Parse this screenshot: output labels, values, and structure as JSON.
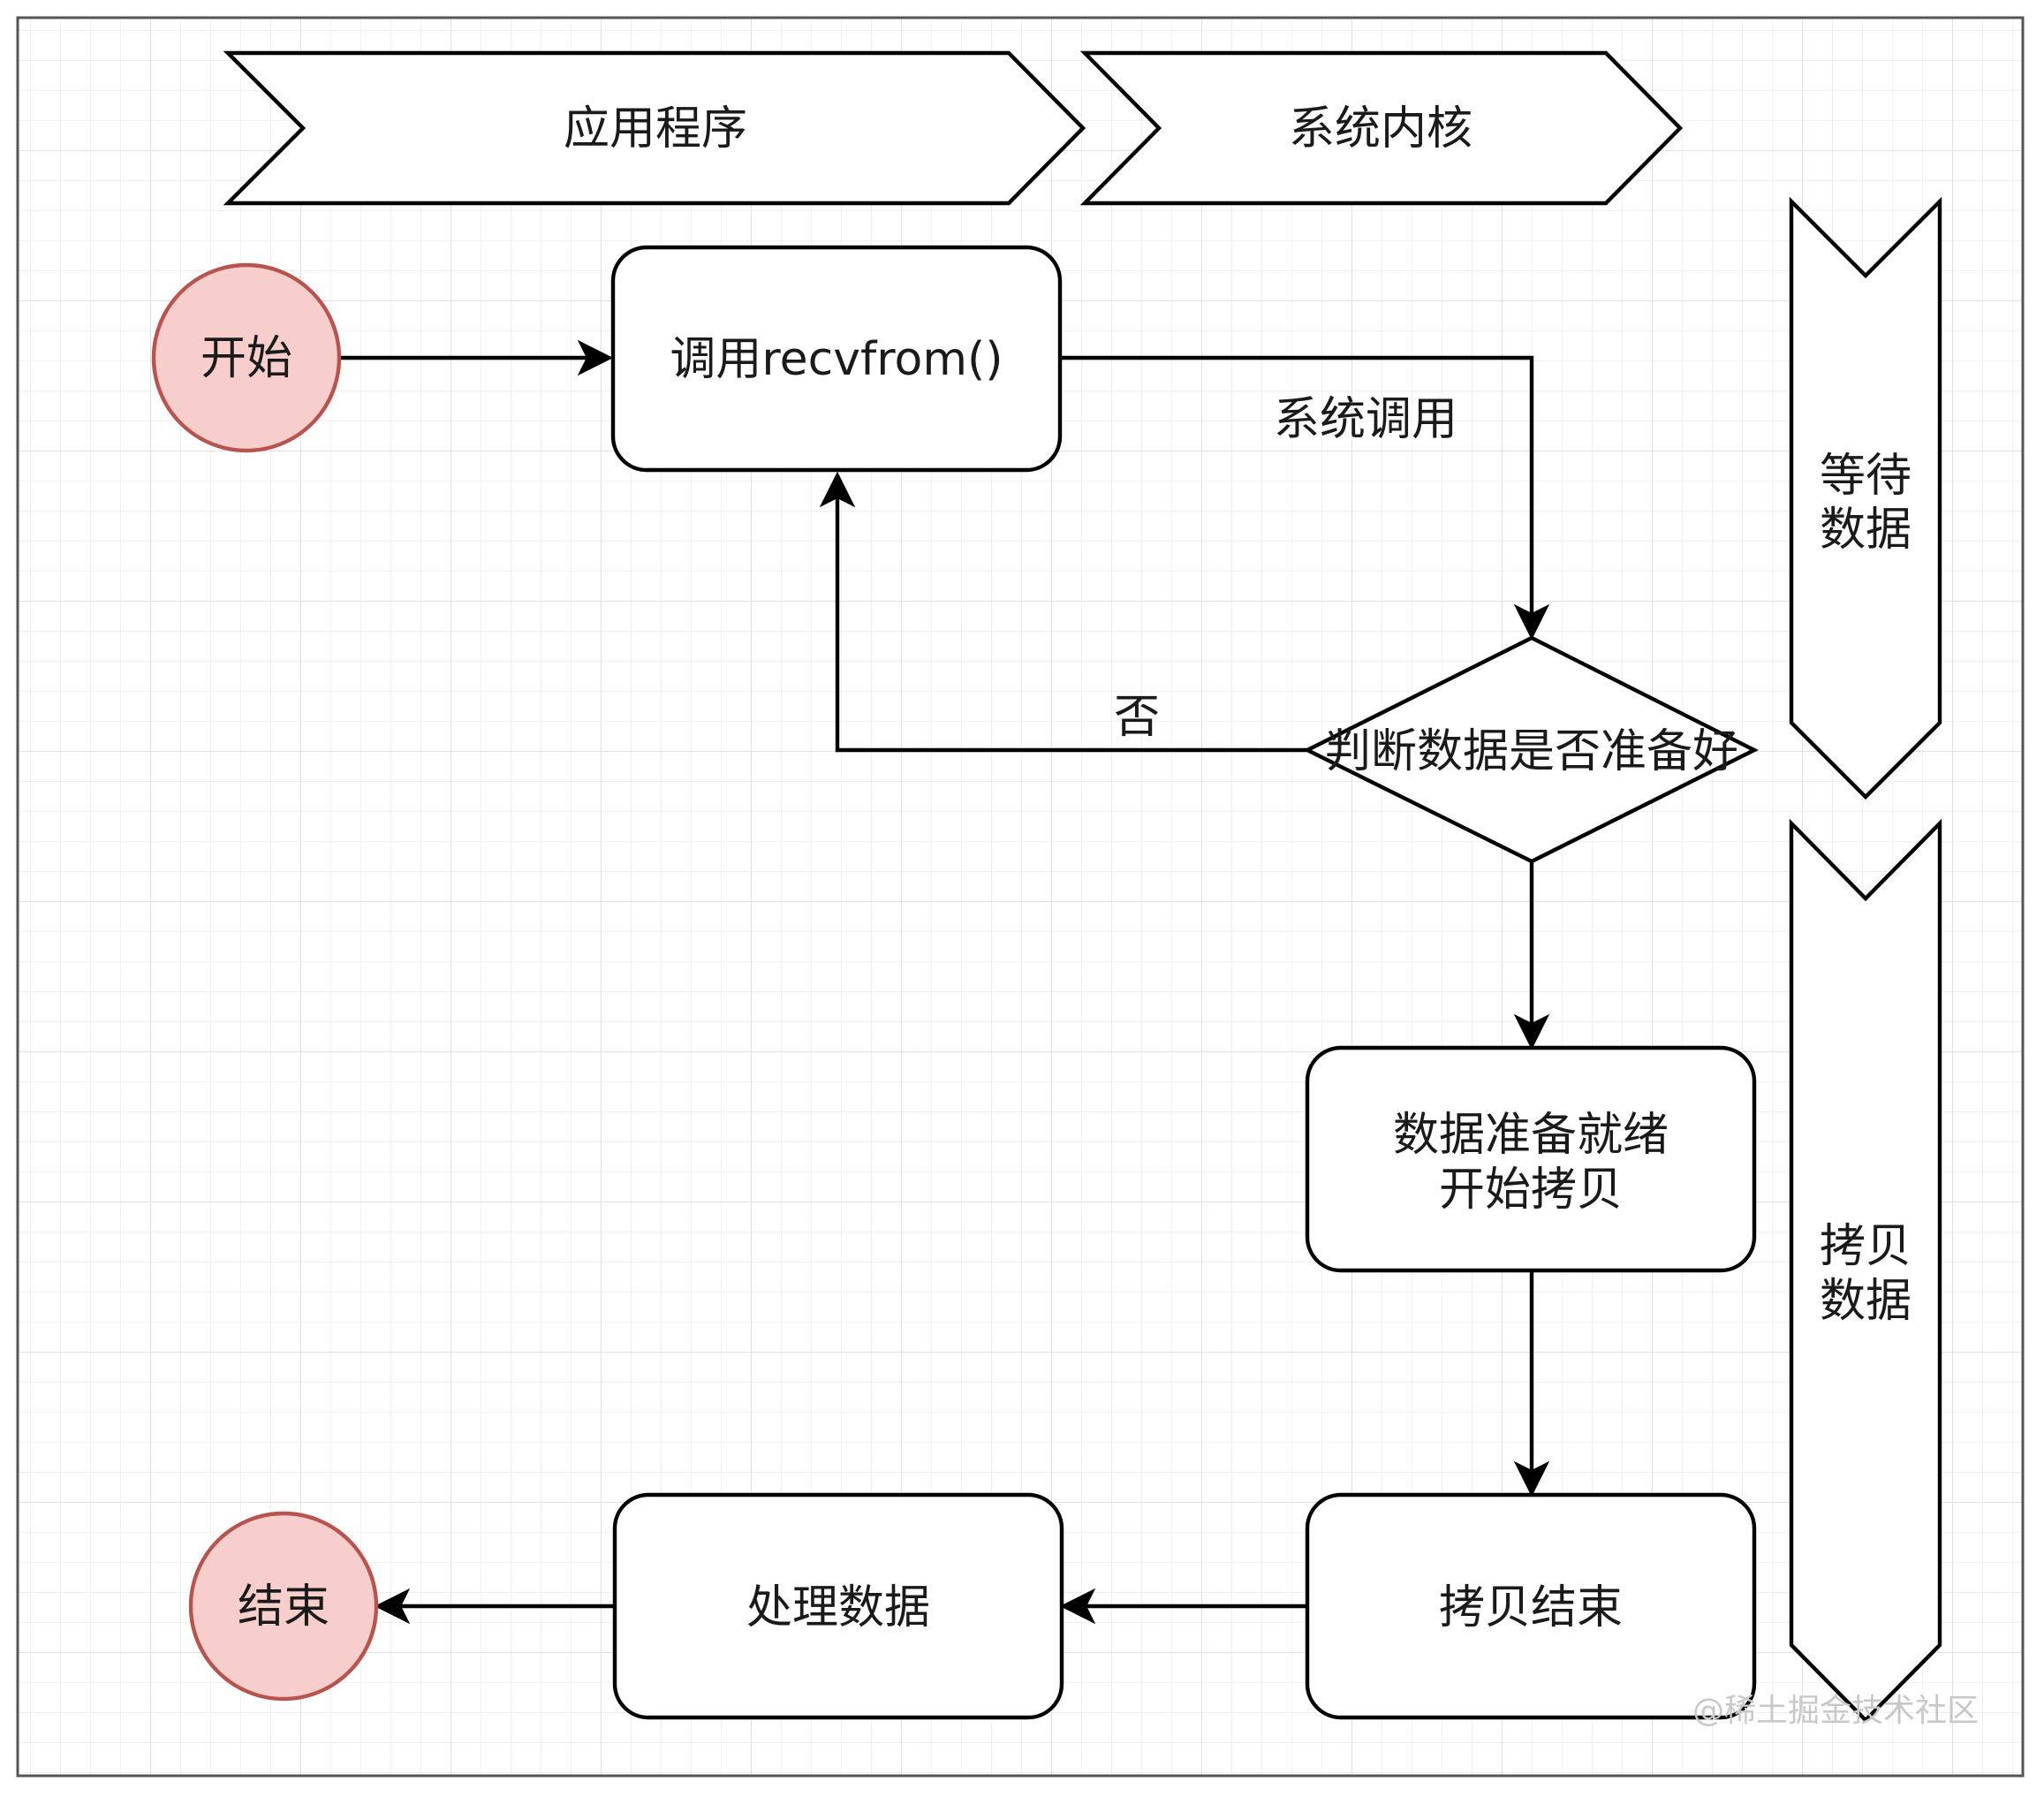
{
  "colors": {
    "terminal_fill": "#f8cecc",
    "terminal_stroke": "#b85450",
    "grid_line": "#e6e6e6",
    "border": "#555555"
  },
  "lanes": {
    "app": "应用程序",
    "kernel": "系统内核"
  },
  "phases": {
    "wait": [
      "等待",
      "数据"
    ],
    "copy": [
      "拷贝",
      "数据"
    ]
  },
  "nodes": {
    "start": "开始",
    "call": "调用recvfrom()",
    "decision": "判断数据是否准备好",
    "ready": [
      "数据准备就绪",
      "开始拷贝"
    ],
    "copy_done": "拷贝结束",
    "process": "处理数据",
    "end": "结束"
  },
  "edges": {
    "syscall": "系统调用",
    "no": "否"
  },
  "watermark": "@稀土掘金技术社区"
}
